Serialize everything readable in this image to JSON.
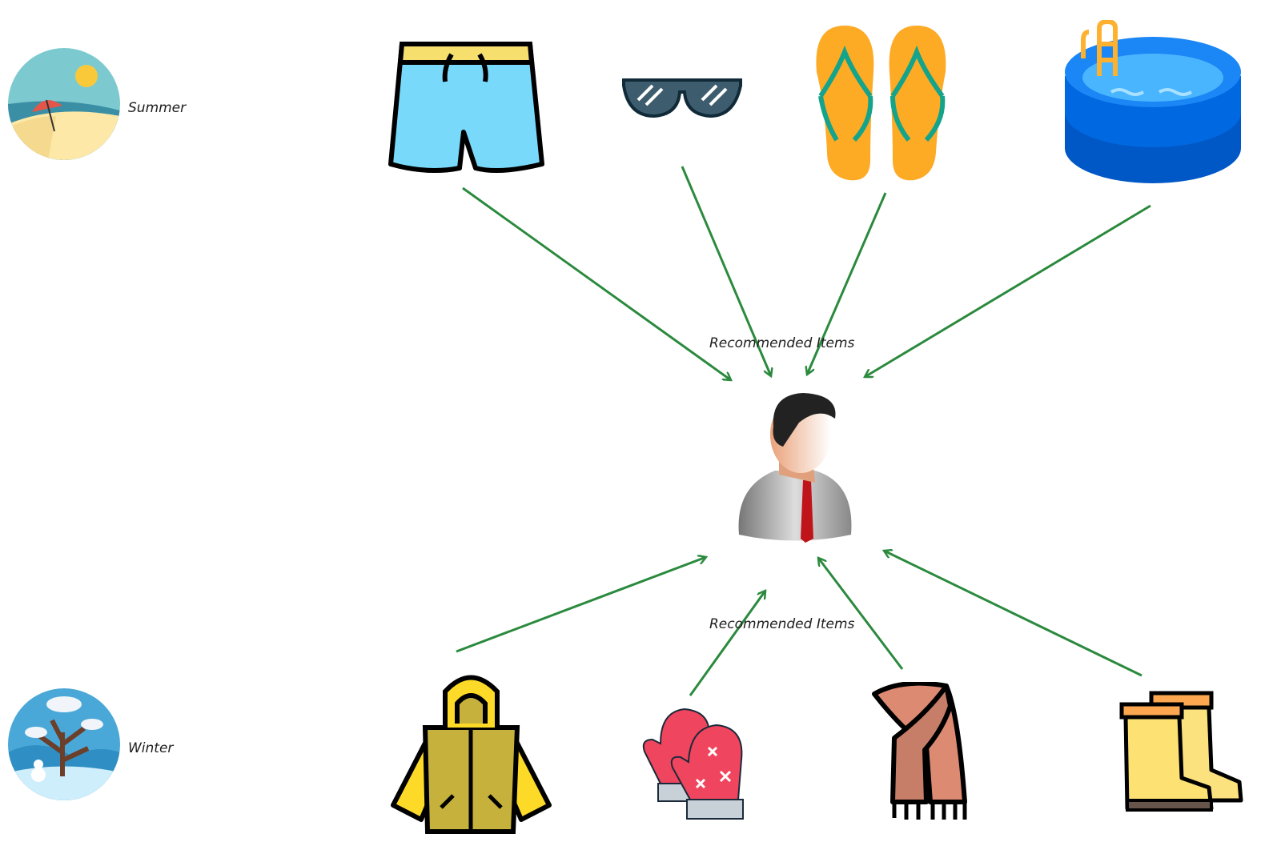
{
  "seasons": [
    {
      "label": "Summer",
      "icon": "summer-beach-icon"
    },
    {
      "label": "Winter",
      "icon": "winter-tree-icon"
    }
  ],
  "center": {
    "icon": "user-businessman-icon"
  },
  "edge_labels": {
    "summer": "Recommended Items",
    "winter": "Recommended Items"
  },
  "summer_items": [
    "swim-shorts-icon",
    "sunglasses-icon",
    "flip-flops-icon",
    "swimming-pool-icon"
  ],
  "winter_items": [
    "raincoat-icon",
    "mittens-icon",
    "scarf-icon",
    "rain-boots-icon"
  ],
  "colors": {
    "arrow": "#2b8a3e"
  }
}
